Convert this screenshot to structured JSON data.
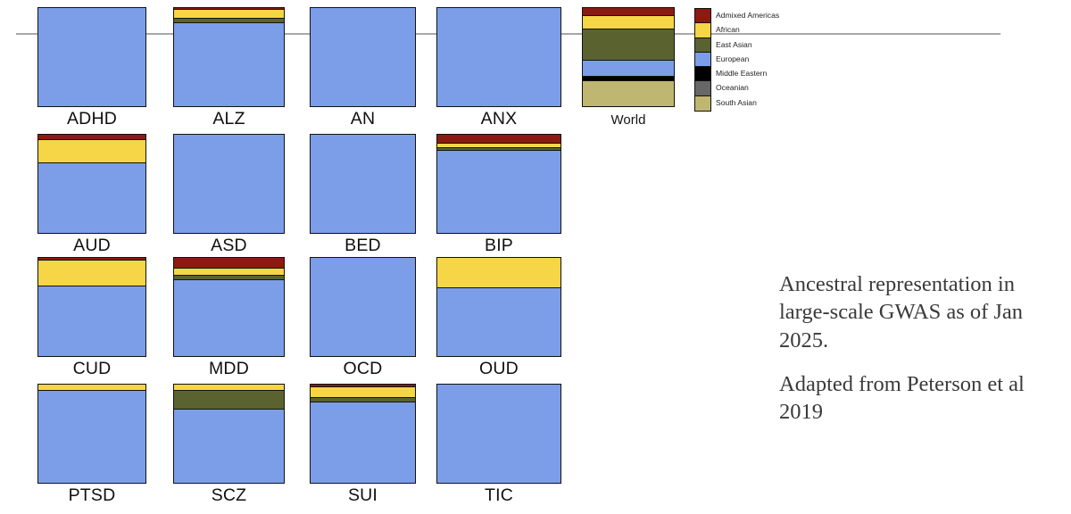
{
  "chart_data": {
    "type": "bar",
    "title": "Ancestral representation in large-scale GWAS as of Jan 2025.",
    "subtitle": "Adapted from Peterson et al 2019",
    "stacked": true,
    "orientation": "vertical",
    "normalized_percent": true,
    "ylim": [
      0,
      100
    ],
    "grid": false,
    "legend_position": "top-right",
    "xlabel": "",
    "ylabel": "",
    "legend": [
      "Admixed Americas",
      "African",
      "East Asian",
      "European",
      "Middle Eastern",
      "Oceanian",
      "South Asian"
    ],
    "colors": {
      "Admixed Americas": "#8B1A12",
      "African": "#F6D646",
      "East Asian": "#5A6330",
      "European": "#7C9EE8",
      "Middle Eastern": "#000000",
      "Oceanian": "#676767",
      "South Asian": "#BFB771"
    },
    "categories": [
      "ADHD",
      "ALZ",
      "AN",
      "ANX",
      "AUD",
      "ASD",
      "BED",
      "BIP",
      "CUD",
      "MDD",
      "OCD",
      "OUD",
      "PTSD",
      "SCZ",
      "SUI",
      "TIC",
      "World"
    ],
    "series": [
      {
        "name": "Admixed Americas",
        "values": [
          0,
          1.5,
          0,
          0,
          5.5,
          0,
          0,
          9.5,
          3.0,
          10.5,
          0,
          0,
          0,
          0,
          3.0,
          0,
          8.0
        ]
      },
      {
        "name": "African",
        "values": [
          0,
          9.0,
          0,
          0,
          24.0,
          0,
          0,
          4.0,
          26.0,
          8.0,
          0,
          30.5,
          6.5,
          6.5,
          11.0,
          0,
          14.0
        ]
      },
      {
        "name": "East Asian",
        "values": [
          0,
          5.0,
          0,
          0,
          0,
          0,
          0,
          3.0,
          0,
          4.0,
          0,
          0,
          0,
          19.0,
          4.0,
          0,
          32.0
        ]
      },
      {
        "name": "European",
        "values": [
          100,
          84.5,
          100,
          100,
          70.5,
          100,
          100,
          83.5,
          71.0,
          77.5,
          100,
          69.5,
          93.5,
          74.5,
          82.0,
          100,
          16.0
        ]
      },
      {
        "name": "Middle Eastern",
        "values": [
          0,
          0,
          0,
          0,
          0,
          0,
          0,
          0,
          0,
          0,
          0,
          0,
          0,
          0,
          0,
          0,
          5.0
        ]
      },
      {
        "name": "Oceanian",
        "values": [
          0,
          0,
          0,
          0,
          0,
          0,
          0,
          0,
          0,
          0,
          0,
          0,
          0,
          0,
          0,
          0,
          0.0
        ]
      },
      {
        "name": "South Asian",
        "values": [
          0,
          0,
          0,
          0,
          0,
          0,
          0,
          0,
          0,
          0,
          0,
          0,
          0,
          0,
          0,
          0,
          25.0
        ]
      }
    ]
  },
  "panels": [
    {
      "label": "ADHD",
      "segments": [
        {
          "ancestry": "European",
          "pct": 100
        }
      ]
    },
    {
      "label": "ALZ",
      "segments": [
        {
          "ancestry": "Admixed Americas",
          "pct": 1.5
        },
        {
          "ancestry": "African",
          "pct": 9.0
        },
        {
          "ancestry": "East Asian",
          "pct": 5.0
        },
        {
          "ancestry": "European",
          "pct": 84.5
        }
      ]
    },
    {
      "label": "AN",
      "segments": [
        {
          "ancestry": "European",
          "pct": 100
        }
      ]
    },
    {
      "label": "ANX",
      "segments": [
        {
          "ancestry": "European",
          "pct": 100
        }
      ]
    },
    {
      "label": "AUD",
      "segments": [
        {
          "ancestry": "Admixed Americas",
          "pct": 5.5
        },
        {
          "ancestry": "African",
          "pct": 24.0
        },
        {
          "ancestry": "European",
          "pct": 70.5
        }
      ]
    },
    {
      "label": "ASD",
      "segments": [
        {
          "ancestry": "European",
          "pct": 100
        }
      ]
    },
    {
      "label": "BED",
      "segments": [
        {
          "ancestry": "European",
          "pct": 100
        }
      ]
    },
    {
      "label": "BIP",
      "segments": [
        {
          "ancestry": "Admixed Americas",
          "pct": 9.5
        },
        {
          "ancestry": "African",
          "pct": 4.0
        },
        {
          "ancestry": "East Asian",
          "pct": 3.0
        },
        {
          "ancestry": "European",
          "pct": 83.5
        }
      ]
    },
    {
      "label": "CUD",
      "segments": [
        {
          "ancestry": "Admixed Americas",
          "pct": 3.0
        },
        {
          "ancestry": "African",
          "pct": 26.0
        },
        {
          "ancestry": "European",
          "pct": 71.0
        }
      ]
    },
    {
      "label": "MDD",
      "segments": [
        {
          "ancestry": "Admixed Americas",
          "pct": 10.5
        },
        {
          "ancestry": "African",
          "pct": 8.0
        },
        {
          "ancestry": "East Asian",
          "pct": 4.0
        },
        {
          "ancestry": "European",
          "pct": 77.5
        }
      ]
    },
    {
      "label": "OCD",
      "segments": [
        {
          "ancestry": "European",
          "pct": 100
        }
      ]
    },
    {
      "label": "OUD",
      "segments": [
        {
          "ancestry": "African",
          "pct": 30.5
        },
        {
          "ancestry": "European",
          "pct": 69.5
        }
      ]
    },
    {
      "label": "PTSD",
      "segments": [
        {
          "ancestry": "African",
          "pct": 6.5
        },
        {
          "ancestry": "European",
          "pct": 93.5
        }
      ]
    },
    {
      "label": "SCZ",
      "segments": [
        {
          "ancestry": "African",
          "pct": 6.5
        },
        {
          "ancestry": "East Asian",
          "pct": 19.0
        },
        {
          "ancestry": "European",
          "pct": 74.5
        }
      ]
    },
    {
      "label": "SUI",
      "segments": [
        {
          "ancestry": "Admixed Americas",
          "pct": 3.0
        },
        {
          "ancestry": "African",
          "pct": 11.0
        },
        {
          "ancestry": "East Asian",
          "pct": 4.0
        },
        {
          "ancestry": "European",
          "pct": 82.0
        }
      ]
    },
    {
      "label": "TIC",
      "segments": [
        {
          "ancestry": "European",
          "pct": 100
        }
      ]
    }
  ],
  "world": {
    "label": "World",
    "segments": [
      {
        "ancestry": "Admixed Americas",
        "pct": 8.0
      },
      {
        "ancestry": "African",
        "pct": 14.0
      },
      {
        "ancestry": "East Asian",
        "pct": 32.0
      },
      {
        "ancestry": "European",
        "pct": 16.0
      },
      {
        "ancestry": "Middle Eastern",
        "pct": 5.0
      },
      {
        "ancestry": "South Asian",
        "pct": 25.0
      }
    ]
  },
  "legend": {
    "items": [
      {
        "label": "Admixed Americas",
        "color": "#8B1A12"
      },
      {
        "label": "African",
        "color": "#F6D646"
      },
      {
        "label": "East Asian",
        "color": "#5A6330"
      },
      {
        "label": "European",
        "color": "#7C9EE8"
      },
      {
        "label": "Middle Eastern",
        "color": "#000000"
      },
      {
        "label": "Oceanian",
        "color": "#676767"
      },
      {
        "label": "South Asian",
        "color": "#BFB771"
      }
    ]
  },
  "caption": {
    "line1": "Ancestral representation in large-scale GWAS as of Jan 2025.",
    "line2": "Adapted from Peterson et al 2019"
  }
}
